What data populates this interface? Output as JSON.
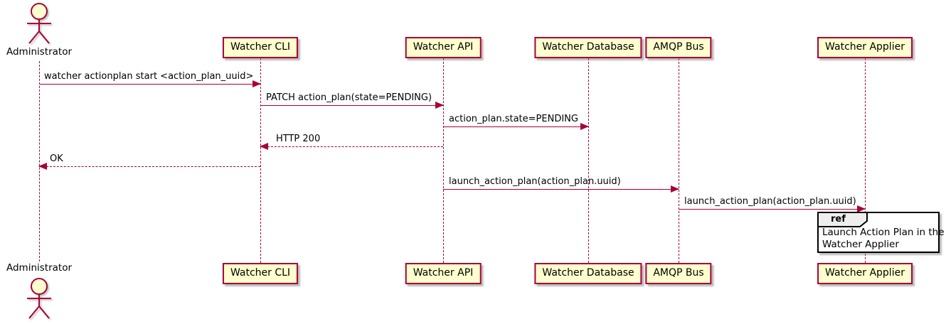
{
  "diagram": {
    "type": "sequence",
    "actor": {
      "name": "Administrator"
    },
    "participants": [
      {
        "id": "watcher-cli",
        "label": "Watcher CLI"
      },
      {
        "id": "watcher-api",
        "label": "Watcher API"
      },
      {
        "id": "watcher-database",
        "label": "Watcher Database"
      },
      {
        "id": "amqp-bus",
        "label": "AMQP Bus"
      },
      {
        "id": "watcher-applier",
        "label": "Watcher Applier"
      }
    ],
    "messages": [
      {
        "from": "Administrator",
        "to": "Watcher CLI",
        "label": "watcher actionplan start <action_plan_uuid>",
        "line": "solid"
      },
      {
        "from": "Watcher CLI",
        "to": "Watcher API",
        "label": "PATCH action_plan(state=PENDING)",
        "line": "solid"
      },
      {
        "from": "Watcher API",
        "to": "Watcher Database",
        "label": "action_plan.state=PENDING",
        "line": "solid"
      },
      {
        "from": "Watcher API",
        "to": "Watcher CLI",
        "label": "HTTP 200",
        "line": "dashed"
      },
      {
        "from": "Watcher CLI",
        "to": "Administrator",
        "label": "OK",
        "line": "dashed"
      },
      {
        "from": "Watcher API",
        "to": "AMQP Bus",
        "label": "launch_action_plan(action_plan.uuid)",
        "line": "solid"
      },
      {
        "from": "AMQP Bus",
        "to": "Watcher Applier",
        "label": "launch_action_plan(action_plan.uuid)",
        "line": "solid"
      }
    ],
    "ref_fragment": {
      "keyword": "ref",
      "over": "Watcher Applier",
      "line1": "Launch Action Plan in the",
      "line2": "Watcher Applier"
    },
    "colors": {
      "participant_fill": "#FEFECE",
      "line_color": "#A80036",
      "text_color": "#000000",
      "ref_header_fill": "#EEEEEE",
      "ref_border": "#000000",
      "background": "#FFFFFF"
    }
  }
}
